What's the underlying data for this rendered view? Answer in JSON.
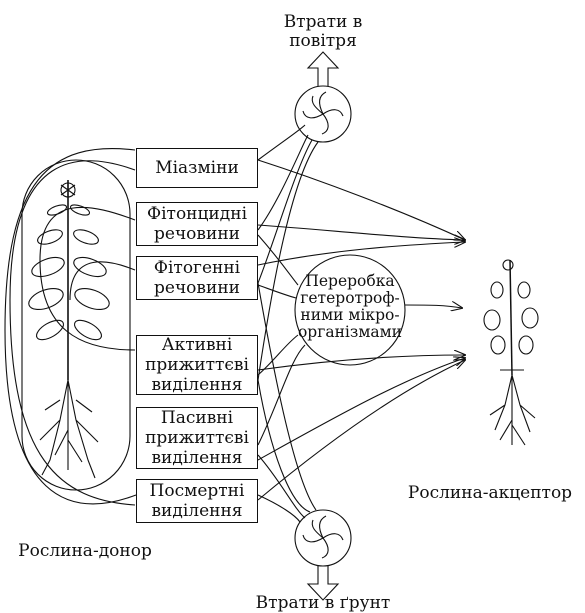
{
  "top_label": [
    "Втрати в",
    "повітря"
  ],
  "bottom_label": "Втрати в ґрунт",
  "donor_label": "Рослина-донор",
  "acceptor_label": "Рослина-акцептор",
  "boxes": [
    {
      "lines": [
        "Міазміни"
      ]
    },
    {
      "lines": [
        "Фітонцидні",
        "речовини"
      ]
    },
    {
      "lines": [
        "Фітогенні",
        "речовини"
      ]
    },
    {
      "lines": [
        "Активні",
        "прижиттєві",
        "виділення"
      ]
    },
    {
      "lines": [
        "Пасивні",
        "прижиттєві",
        "виділення"
      ]
    },
    {
      "lines": [
        "Посмертні",
        "виділення"
      ]
    }
  ],
  "processing_circle": [
    "Переробка",
    "гетеротроф-",
    "ними мікро-",
    "організмами"
  ],
  "icons": {
    "air_fan": "fan-icon",
    "soil_fan": "fan-icon",
    "donor_plant": "donor-plant-icon",
    "acceptor_plant": "acceptor-plant-icon"
  }
}
